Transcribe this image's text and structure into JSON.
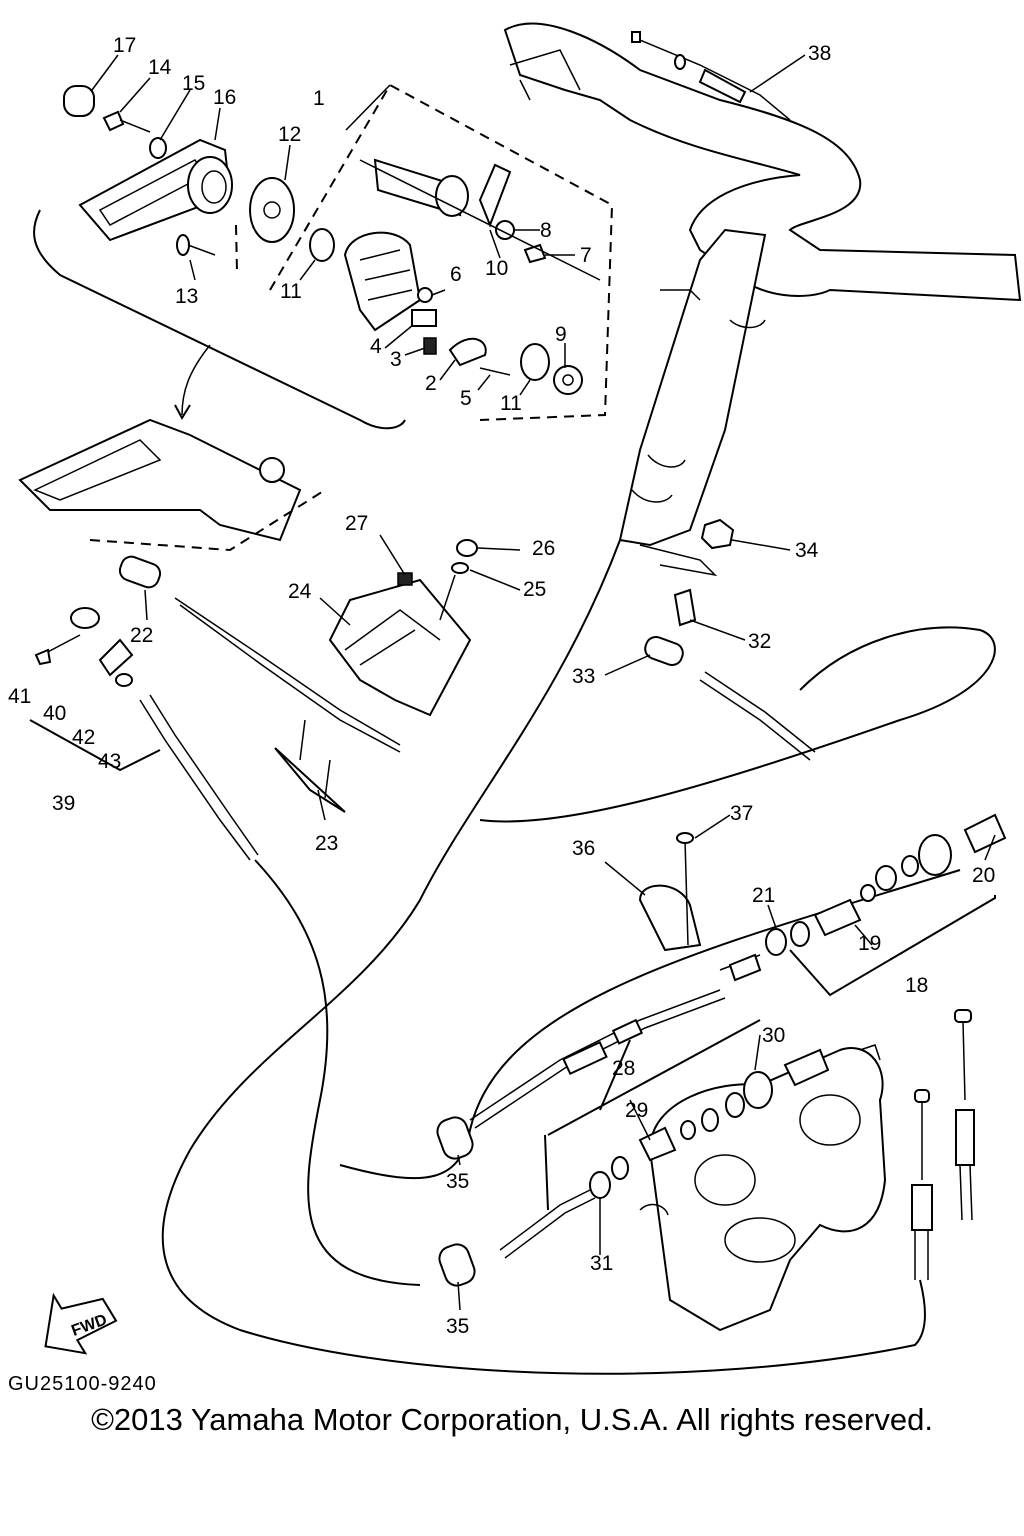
{
  "diagram": {
    "drawing_id": "GU25100-9240",
    "copyright": "©2013 Yamaha Motor Corporation, U.S.A. All rights reserved.",
    "fwd_label": "FWD",
    "callouts": {
      "c1": "1",
      "c2": "2",
      "c3": "3",
      "c4": "4",
      "c5": "5",
      "c6": "6",
      "c7": "7",
      "c8": "8",
      "c9": "9",
      "c10": "10",
      "c11a": "11",
      "c11b": "11",
      "c12": "12",
      "c13": "13",
      "c14": "14",
      "c15": "15",
      "c16": "16",
      "c17": "17",
      "c18": "18",
      "c19": "19",
      "c20": "20",
      "c21": "21",
      "c22": "22",
      "c23": "23",
      "c24": "24",
      "c25": "25",
      "c26": "26",
      "c27": "27",
      "c28": "28",
      "c29": "29",
      "c30": "30",
      "c31": "31",
      "c32": "32",
      "c33": "33",
      "c34": "34",
      "c35a": "35",
      "c35b": "35",
      "c36": "36",
      "c37": "37",
      "c38": "38",
      "c39": "39",
      "c40": "40",
      "c41": "41",
      "c42": "42",
      "c43": "43"
    }
  }
}
